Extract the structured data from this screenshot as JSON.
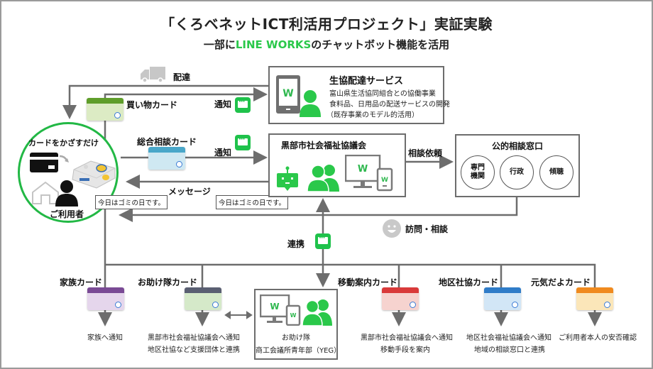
{
  "header": {
    "title": "「くろベネットICT利活用プロジェクト」実証実験",
    "subtitle_prefix": "一部に",
    "subtitle_accent": "LINE WORKS",
    "subtitle_suffix": "のチャットボット機能を活用",
    "accent_color": "#2ac84a"
  },
  "user_circle": {
    "card_label": "カードをかざすだけ",
    "user_label": "ご利用者",
    "bubble_text": "今日はゴミの日です。",
    "ring_color": "#22b845"
  },
  "flows": {
    "delivery_label": "配達",
    "shopping_card_label": "買い物カード",
    "notify_label_1": "通知",
    "consult_card_label": "総合相談カード",
    "notify_label_2": "通知",
    "message_label": "メッセージ",
    "message_bubble": "今日はゴミの日です。",
    "consult_request_label": "相談依頼",
    "visit_label": "訪問・相談",
    "link_label": "連携"
  },
  "coop_service": {
    "title": "生協配達サービス",
    "lines": [
      "富山県生活協同組合との協働事業",
      "食料品、日用品の配送サービスの開発",
      "（既存事業のモデル的活用）"
    ]
  },
  "council": {
    "title": "黒部市社会福祉協議会"
  },
  "public_window": {
    "title": "公的相談窓口",
    "items": [
      "専門\n機関",
      "行政",
      "傾聴"
    ]
  },
  "bottom_cards": [
    {
      "label": "家族カード",
      "desc": [
        "家族へ通知"
      ],
      "color": "#7a4a95"
    },
    {
      "label": "お助け隊カード",
      "desc": [
        "黒部市社会福祉協議会へ通知",
        "地区社協など支援団体と連携"
      ],
      "color": "#5a5f72"
    },
    {
      "label": "移動案内カード",
      "desc": [
        "黒部市社会福祉協議会へ通知",
        "移動手段を案内"
      ],
      "color": "#d93a3a"
    },
    {
      "label": "地区社協カード",
      "desc": [
        "地区社会福祉協議会へ通知",
        "地域の相談窓口と連携"
      ],
      "color": "#2f7cc8"
    },
    {
      "label": "元気だよカード",
      "desc": [
        "ご利用者本人の安否確認"
      ],
      "color": "#f08a1e"
    }
  ],
  "helper_team": {
    "name": "お助け隊",
    "org": "商工会議所青年部（YEG）"
  }
}
